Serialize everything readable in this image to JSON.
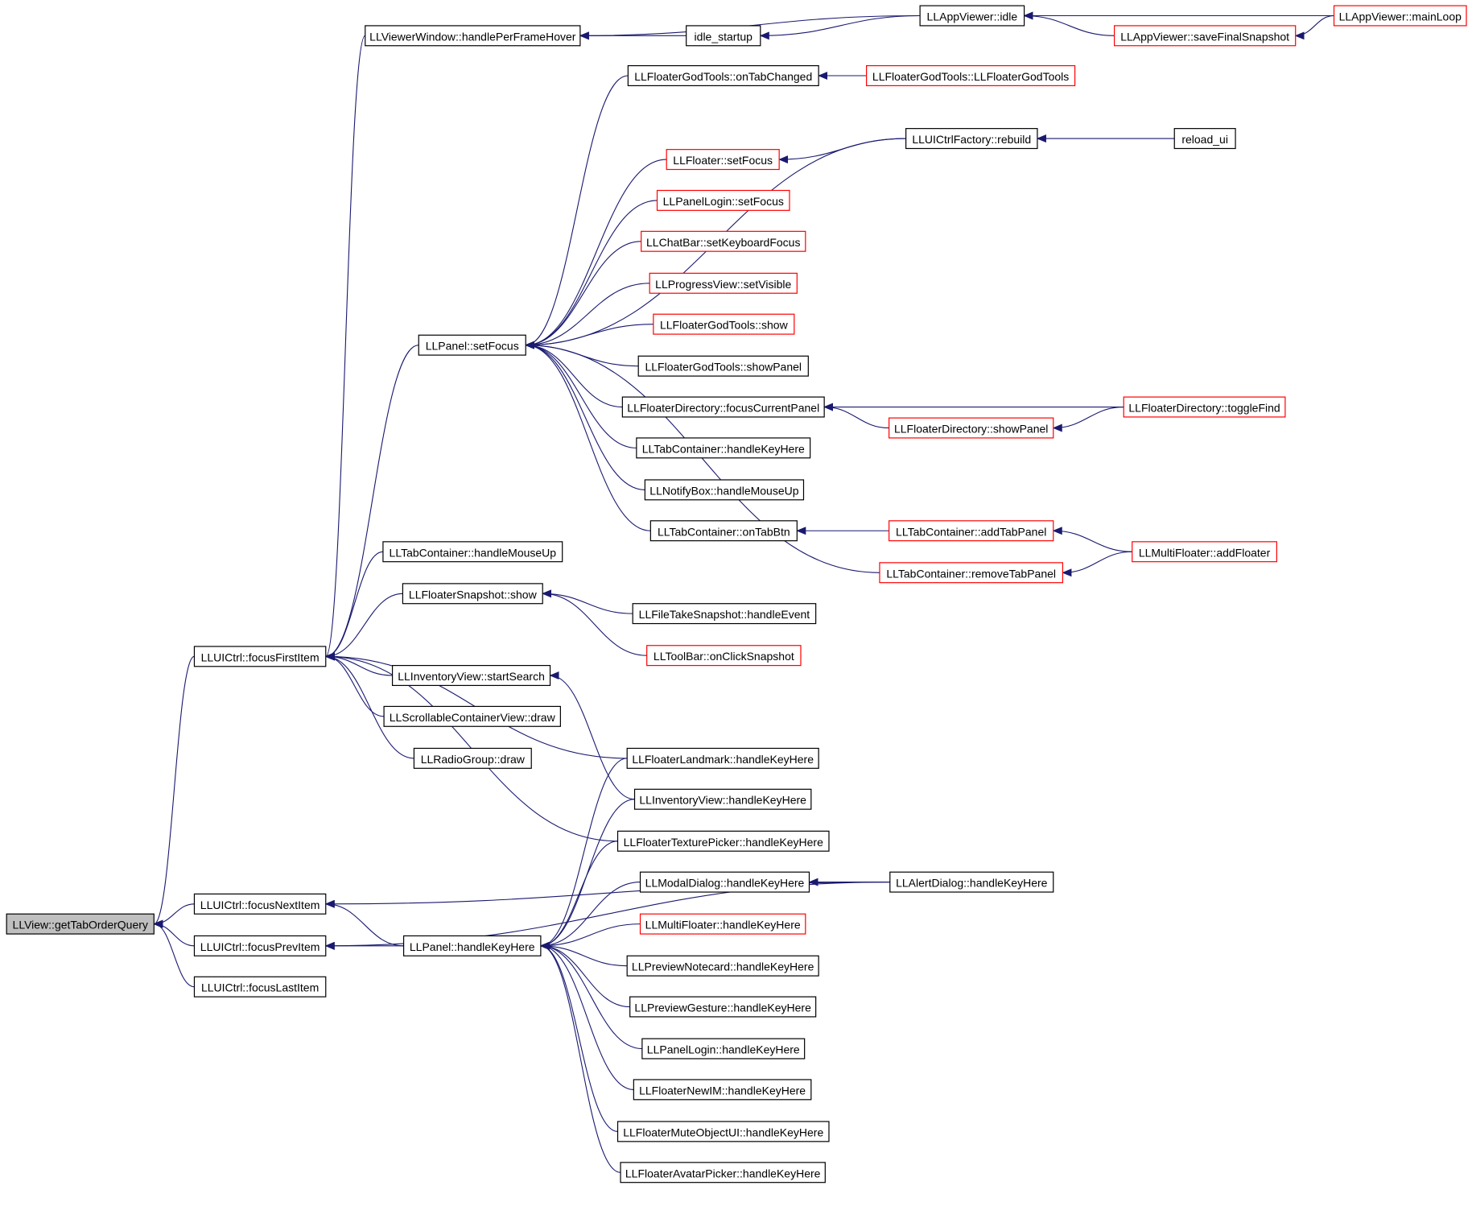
{
  "colors": {
    "edge": "#191970",
    "box_normal": "#000000",
    "box_truncated": "#ff0000",
    "box_root_fill": "#bfbfbf",
    "background": "#ffffff"
  },
  "nodes": [
    {
      "id": "getTabOrderQuery",
      "label": "LLView::getTabOrderQuery",
      "style": "root"
    },
    {
      "id": "focusNextItem",
      "label": "LLUICtrl::focusNextItem",
      "style": "normal"
    },
    {
      "id": "focusPrevItem",
      "label": "LLUICtrl::focusPrevItem",
      "style": "normal"
    },
    {
      "id": "focusLastItem",
      "label": "LLUICtrl::focusLastItem",
      "style": "normal"
    },
    {
      "id": "focusFirstItem",
      "label": "LLUICtrl::focusFirstItem",
      "style": "normal"
    },
    {
      "id": "handlePerFrameHover",
      "label": "LLViewerWindow::handlePerFrameHover",
      "style": "normal"
    },
    {
      "id": "panelSetFocus",
      "label": "LLPanel::setFocus",
      "style": "normal"
    },
    {
      "id": "tcHandleMouseUp",
      "label": "LLTabContainer::handleMouseUp",
      "style": "normal"
    },
    {
      "id": "snapShow",
      "label": "LLFloaterSnapshot::show",
      "style": "normal"
    },
    {
      "id": "invStartSearch",
      "label": "LLInventoryView::startSearch",
      "style": "normal"
    },
    {
      "id": "scrollDraw",
      "label": "LLScrollableContainerView::draw",
      "style": "normal"
    },
    {
      "id": "radioDraw",
      "label": "LLRadioGroup::draw",
      "style": "normal"
    },
    {
      "id": "panelHandleKeyHere",
      "label": "LLPanel::handleKeyHere",
      "style": "normal"
    },
    {
      "id": "idleStartup",
      "label": "idle_startup",
      "style": "normal"
    },
    {
      "id": "appIdle",
      "label": "LLAppViewer::idle",
      "style": "normal"
    },
    {
      "id": "saveFinalSnapshot",
      "label": "LLAppViewer::saveFinalSnapshot",
      "style": "truncated"
    },
    {
      "id": "mainLoop",
      "label": "LLAppViewer::mainLoop",
      "style": "truncated"
    },
    {
      "id": "godOnTabChanged",
      "label": "LLFloaterGodTools::onTabChanged",
      "style": "normal"
    },
    {
      "id": "godCtor",
      "label": "LLFloaterGodTools::LLFloaterGodTools",
      "style": "truncated"
    },
    {
      "id": "factoryRebuild",
      "label": "LLUICtrlFactory::rebuild",
      "style": "normal"
    },
    {
      "id": "reloadUi",
      "label": "reload_ui",
      "style": "normal"
    },
    {
      "id": "floaterSetFocus",
      "label": "LLFloater::setFocus",
      "style": "truncated"
    },
    {
      "id": "loginSetFocus",
      "label": "LLPanelLogin::setFocus",
      "style": "truncated"
    },
    {
      "id": "chatSetKbFocus",
      "label": "LLChatBar::setKeyboardFocus",
      "style": "truncated"
    },
    {
      "id": "progressSetVisible",
      "label": "LLProgressView::setVisible",
      "style": "truncated"
    },
    {
      "id": "godShow",
      "label": "LLFloaterGodTools::show",
      "style": "truncated"
    },
    {
      "id": "godShowPanel",
      "label": "LLFloaterGodTools::showPanel",
      "style": "normal"
    },
    {
      "id": "dirFocusCurrent",
      "label": "LLFloaterDirectory::focusCurrentPanel",
      "style": "normal"
    },
    {
      "id": "dirShowPanel",
      "label": "LLFloaterDirectory::showPanel",
      "style": "truncated"
    },
    {
      "id": "dirToggleFind",
      "label": "LLFloaterDirectory::toggleFind",
      "style": "truncated"
    },
    {
      "id": "tcHandleKeyHere",
      "label": "LLTabContainer::handleKeyHere",
      "style": "normal"
    },
    {
      "id": "notifyMouseUp",
      "label": "LLNotifyBox::handleMouseUp",
      "style": "normal"
    },
    {
      "id": "tcOnTabBtn",
      "label": "LLTabContainer::onTabBtn",
      "style": "normal"
    },
    {
      "id": "tcAddTabPanel",
      "label": "LLTabContainer::addTabPanel",
      "style": "truncated"
    },
    {
      "id": "multiAddFloater",
      "label": "LLMultiFloater::addFloater",
      "style": "truncated"
    },
    {
      "id": "tcRemoveTabPanel",
      "label": "LLTabContainer::removeTabPanel",
      "style": "truncated"
    },
    {
      "id": "fileTakeSnapshot",
      "label": "LLFileTakeSnapshot::handleEvent",
      "style": "normal"
    },
    {
      "id": "toolbarSnapshot",
      "label": "LLToolBar::onClickSnapshot",
      "style": "truncated"
    },
    {
      "id": "landmarkKey",
      "label": "LLFloaterLandmark::handleKeyHere",
      "style": "normal"
    },
    {
      "id": "inventoryKey",
      "label": "LLInventoryView::handleKeyHere",
      "style": "normal"
    },
    {
      "id": "texturePickerKey",
      "label": "LLFloaterTexturePicker::handleKeyHere",
      "style": "normal"
    },
    {
      "id": "modalKey",
      "label": "LLModalDialog::handleKeyHere",
      "style": "normal"
    },
    {
      "id": "alertKey",
      "label": "LLAlertDialog::handleKeyHere",
      "style": "normal"
    },
    {
      "id": "multiFloaterKey",
      "label": "LLMultiFloater::handleKeyHere",
      "style": "truncated"
    },
    {
      "id": "notecardKey",
      "label": "LLPreviewNotecard::handleKeyHere",
      "style": "normal"
    },
    {
      "id": "gestureKey",
      "label": "LLPreviewGesture::handleKeyHere",
      "style": "normal"
    },
    {
      "id": "loginKey",
      "label": "LLPanelLogin::handleKeyHere",
      "style": "normal"
    },
    {
      "id": "newImKey",
      "label": "LLFloaterNewIM::handleKeyHere",
      "style": "normal"
    },
    {
      "id": "muteObjKey",
      "label": "LLFloaterMuteObjectUI::handleKeyHere",
      "style": "normal"
    },
    {
      "id": "avatarPickerKey",
      "label": "LLFloaterAvatarPicker::handleKeyHere",
      "style": "normal"
    }
  ],
  "edges": [
    [
      "focusNextItem",
      "getTabOrderQuery"
    ],
    [
      "focusPrevItem",
      "getTabOrderQuery"
    ],
    [
      "focusLastItem",
      "getTabOrderQuery"
    ],
    [
      "focusFirstItem",
      "getTabOrderQuery"
    ],
    [
      "handlePerFrameHover",
      "focusFirstItem"
    ],
    [
      "panelSetFocus",
      "focusFirstItem"
    ],
    [
      "tcHandleMouseUp",
      "focusFirstItem"
    ],
    [
      "snapShow",
      "focusFirstItem"
    ],
    [
      "landmarkKey",
      "focusFirstItem"
    ],
    [
      "invStartSearch",
      "focusFirstItem"
    ],
    [
      "scrollDraw",
      "focusFirstItem"
    ],
    [
      "radioDraw",
      "focusFirstItem"
    ],
    [
      "texturePickerKey",
      "focusFirstItem"
    ],
    [
      "alertKey",
      "focusNextItem"
    ],
    [
      "panelHandleKeyHere",
      "focusNextItem"
    ],
    [
      "panelHandleKeyHere",
      "focusPrevItem"
    ],
    [
      "alertKey",
      "focusPrevItem"
    ],
    [
      "idleStartup",
      "handlePerFrameHover"
    ],
    [
      "appIdle",
      "handlePerFrameHover"
    ],
    [
      "appIdle",
      "idleStartup"
    ],
    [
      "mainLoop",
      "appIdle"
    ],
    [
      "saveFinalSnapshot",
      "appIdle"
    ],
    [
      "mainLoop",
      "saveFinalSnapshot"
    ],
    [
      "godOnTabChanged",
      "panelSetFocus"
    ],
    [
      "godCtor",
      "godOnTabChanged"
    ],
    [
      "factoryRebuild",
      "panelSetFocus"
    ],
    [
      "reloadUi",
      "factoryRebuild"
    ],
    [
      "floaterSetFocus",
      "panelSetFocus"
    ],
    [
      "factoryRebuild",
      "floaterSetFocus"
    ],
    [
      "loginSetFocus",
      "panelSetFocus"
    ],
    [
      "chatSetKbFocus",
      "panelSetFocus"
    ],
    [
      "progressSetVisible",
      "panelSetFocus"
    ],
    [
      "godShow",
      "panelSetFocus"
    ],
    [
      "godShowPanel",
      "panelSetFocus"
    ],
    [
      "dirFocusCurrent",
      "panelSetFocus"
    ],
    [
      "dirToggleFind",
      "dirFocusCurrent"
    ],
    [
      "dirShowPanel",
      "dirFocusCurrent"
    ],
    [
      "dirToggleFind",
      "dirShowPanel"
    ],
    [
      "tcHandleKeyHere",
      "panelSetFocus"
    ],
    [
      "notifyMouseUp",
      "panelSetFocus"
    ],
    [
      "tcOnTabBtn",
      "panelSetFocus"
    ],
    [
      "tcAddTabPanel",
      "tcOnTabBtn"
    ],
    [
      "multiAddFloater",
      "tcAddTabPanel"
    ],
    [
      "tcRemoveTabPanel",
      "panelSetFocus"
    ],
    [
      "multiAddFloater",
      "tcRemoveTabPanel"
    ],
    [
      "fileTakeSnapshot",
      "snapShow"
    ],
    [
      "toolbarSnapshot",
      "snapShow"
    ],
    [
      "inventoryKey",
      "invStartSearch"
    ],
    [
      "landmarkKey",
      "panelHandleKeyHere"
    ],
    [
      "inventoryKey",
      "panelHandleKeyHere"
    ],
    [
      "texturePickerKey",
      "panelHandleKeyHere"
    ],
    [
      "modalKey",
      "panelHandleKeyHere"
    ],
    [
      "alertKey",
      "modalKey"
    ],
    [
      "multiFloaterKey",
      "panelHandleKeyHere"
    ],
    [
      "notecardKey",
      "panelHandleKeyHere"
    ],
    [
      "gestureKey",
      "panelHandleKeyHere"
    ],
    [
      "loginKey",
      "panelHandleKeyHere"
    ],
    [
      "newImKey",
      "panelHandleKeyHere"
    ],
    [
      "muteObjKey",
      "panelHandleKeyHere"
    ],
    [
      "avatarPickerKey",
      "panelHandleKeyHere"
    ]
  ]
}
